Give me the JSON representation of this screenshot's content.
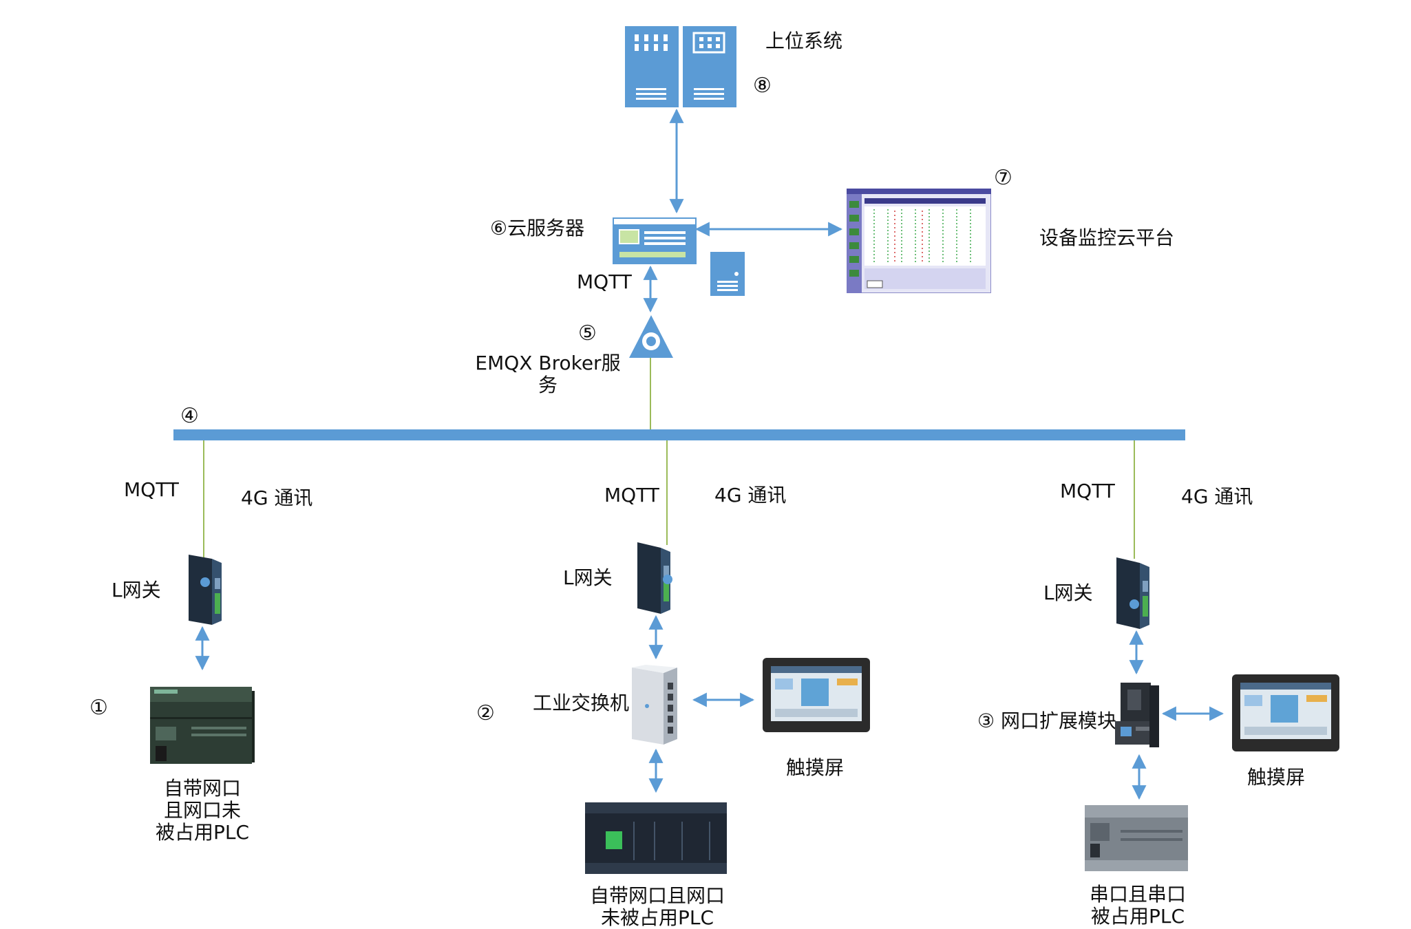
{
  "upper_system": {
    "label": "上位系统",
    "marker": "⑧"
  },
  "cloud_server": {
    "label": "⑥云服务器",
    "protocol": "MQTT"
  },
  "monitor_platform": {
    "label": "设备监控云平台",
    "marker": "⑦"
  },
  "broker": {
    "marker": "⑤",
    "label_line1": "EMQX Broker服",
    "label_line2": "务"
  },
  "bus": {
    "marker": "④"
  },
  "branches": [
    {
      "mqtt": "MQTT",
      "comm": "4G 通讯",
      "gateway": "L网关",
      "marker": "①",
      "plc_lines": [
        "自带网口",
        "且网口未",
        "被占用PLC"
      ]
    },
    {
      "mqtt": "MQTT",
      "comm": "4G 通讯",
      "gateway": "L网关",
      "marker": "②",
      "switch": "工业交换机",
      "touch": "触摸屏",
      "plc_lines": [
        "自带网口且网口",
        "未被占用PLC"
      ]
    },
    {
      "mqtt": "MQTT",
      "comm": "4G 通讯",
      "gateway": "L网关",
      "module": "③ 网口扩展模块",
      "touch": "触摸屏",
      "plc_lines": [
        "串口且串口",
        "被占用PLC"
      ]
    }
  ],
  "colors": {
    "line": "#5b9bd5",
    "bus": "#5b9bd5",
    "green_link": "#9bbb59"
  }
}
